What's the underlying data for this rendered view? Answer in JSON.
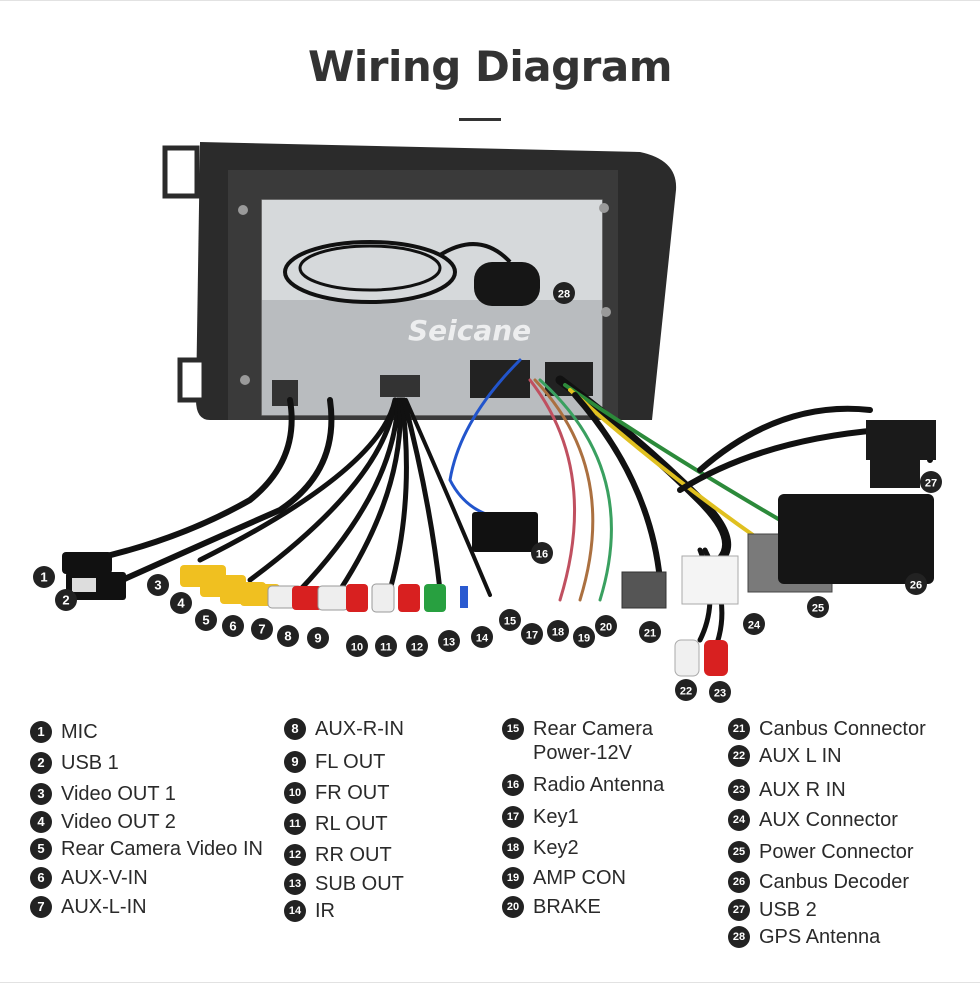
{
  "title": "Wiring Diagram",
  "watermark": "Seicane",
  "callouts": [
    "1",
    "2",
    "3",
    "4",
    "5",
    "6",
    "7",
    "8",
    "9",
    "10",
    "11",
    "12",
    "13",
    "14",
    "15",
    "16",
    "17",
    "18",
    "19",
    "20",
    "21",
    "22",
    "23",
    "24",
    "25",
    "26",
    "27",
    "28"
  ],
  "legend": [
    {
      "n": "1",
      "label": "MIC"
    },
    {
      "n": "2",
      "label": "USB 1"
    },
    {
      "n": "3",
      "label": "Video OUT 1"
    },
    {
      "n": "4",
      "label": "Video OUT 2"
    },
    {
      "n": "5",
      "label": "Rear Camera Video IN"
    },
    {
      "n": "6",
      "label": "AUX-V-IN"
    },
    {
      "n": "7",
      "label": "AUX-L-IN"
    },
    {
      "n": "8",
      "label": "AUX-R-IN"
    },
    {
      "n": "9",
      "label": "FL OUT"
    },
    {
      "n": "10",
      "label": "FR OUT"
    },
    {
      "n": "11",
      "label": "RL OUT"
    },
    {
      "n": "12",
      "label": "RR OUT"
    },
    {
      "n": "13",
      "label": "SUB OUT"
    },
    {
      "n": "14",
      "label": "IR"
    },
    {
      "n": "15",
      "label": "Rear Camera",
      "label2": "Power-12V"
    },
    {
      "n": "16",
      "label": "Radio Antenna"
    },
    {
      "n": "17",
      "label": "Key1"
    },
    {
      "n": "18",
      "label": "Key2"
    },
    {
      "n": "19",
      "label": "AMP CON"
    },
    {
      "n": "20",
      "label": "BRAKE"
    },
    {
      "n": "21",
      "label": "Canbus Connector"
    },
    {
      "n": "22",
      "label": "AUX L IN"
    },
    {
      "n": "23",
      "label": "AUX R IN"
    },
    {
      "n": "24",
      "label": "AUX Connector"
    },
    {
      "n": "25",
      "label": "Power Connector"
    },
    {
      "n": "26",
      "label": "Canbus Decoder"
    },
    {
      "n": "27",
      "label": "USB 2"
    },
    {
      "n": "28",
      "label": "GPS Antenna"
    }
  ]
}
